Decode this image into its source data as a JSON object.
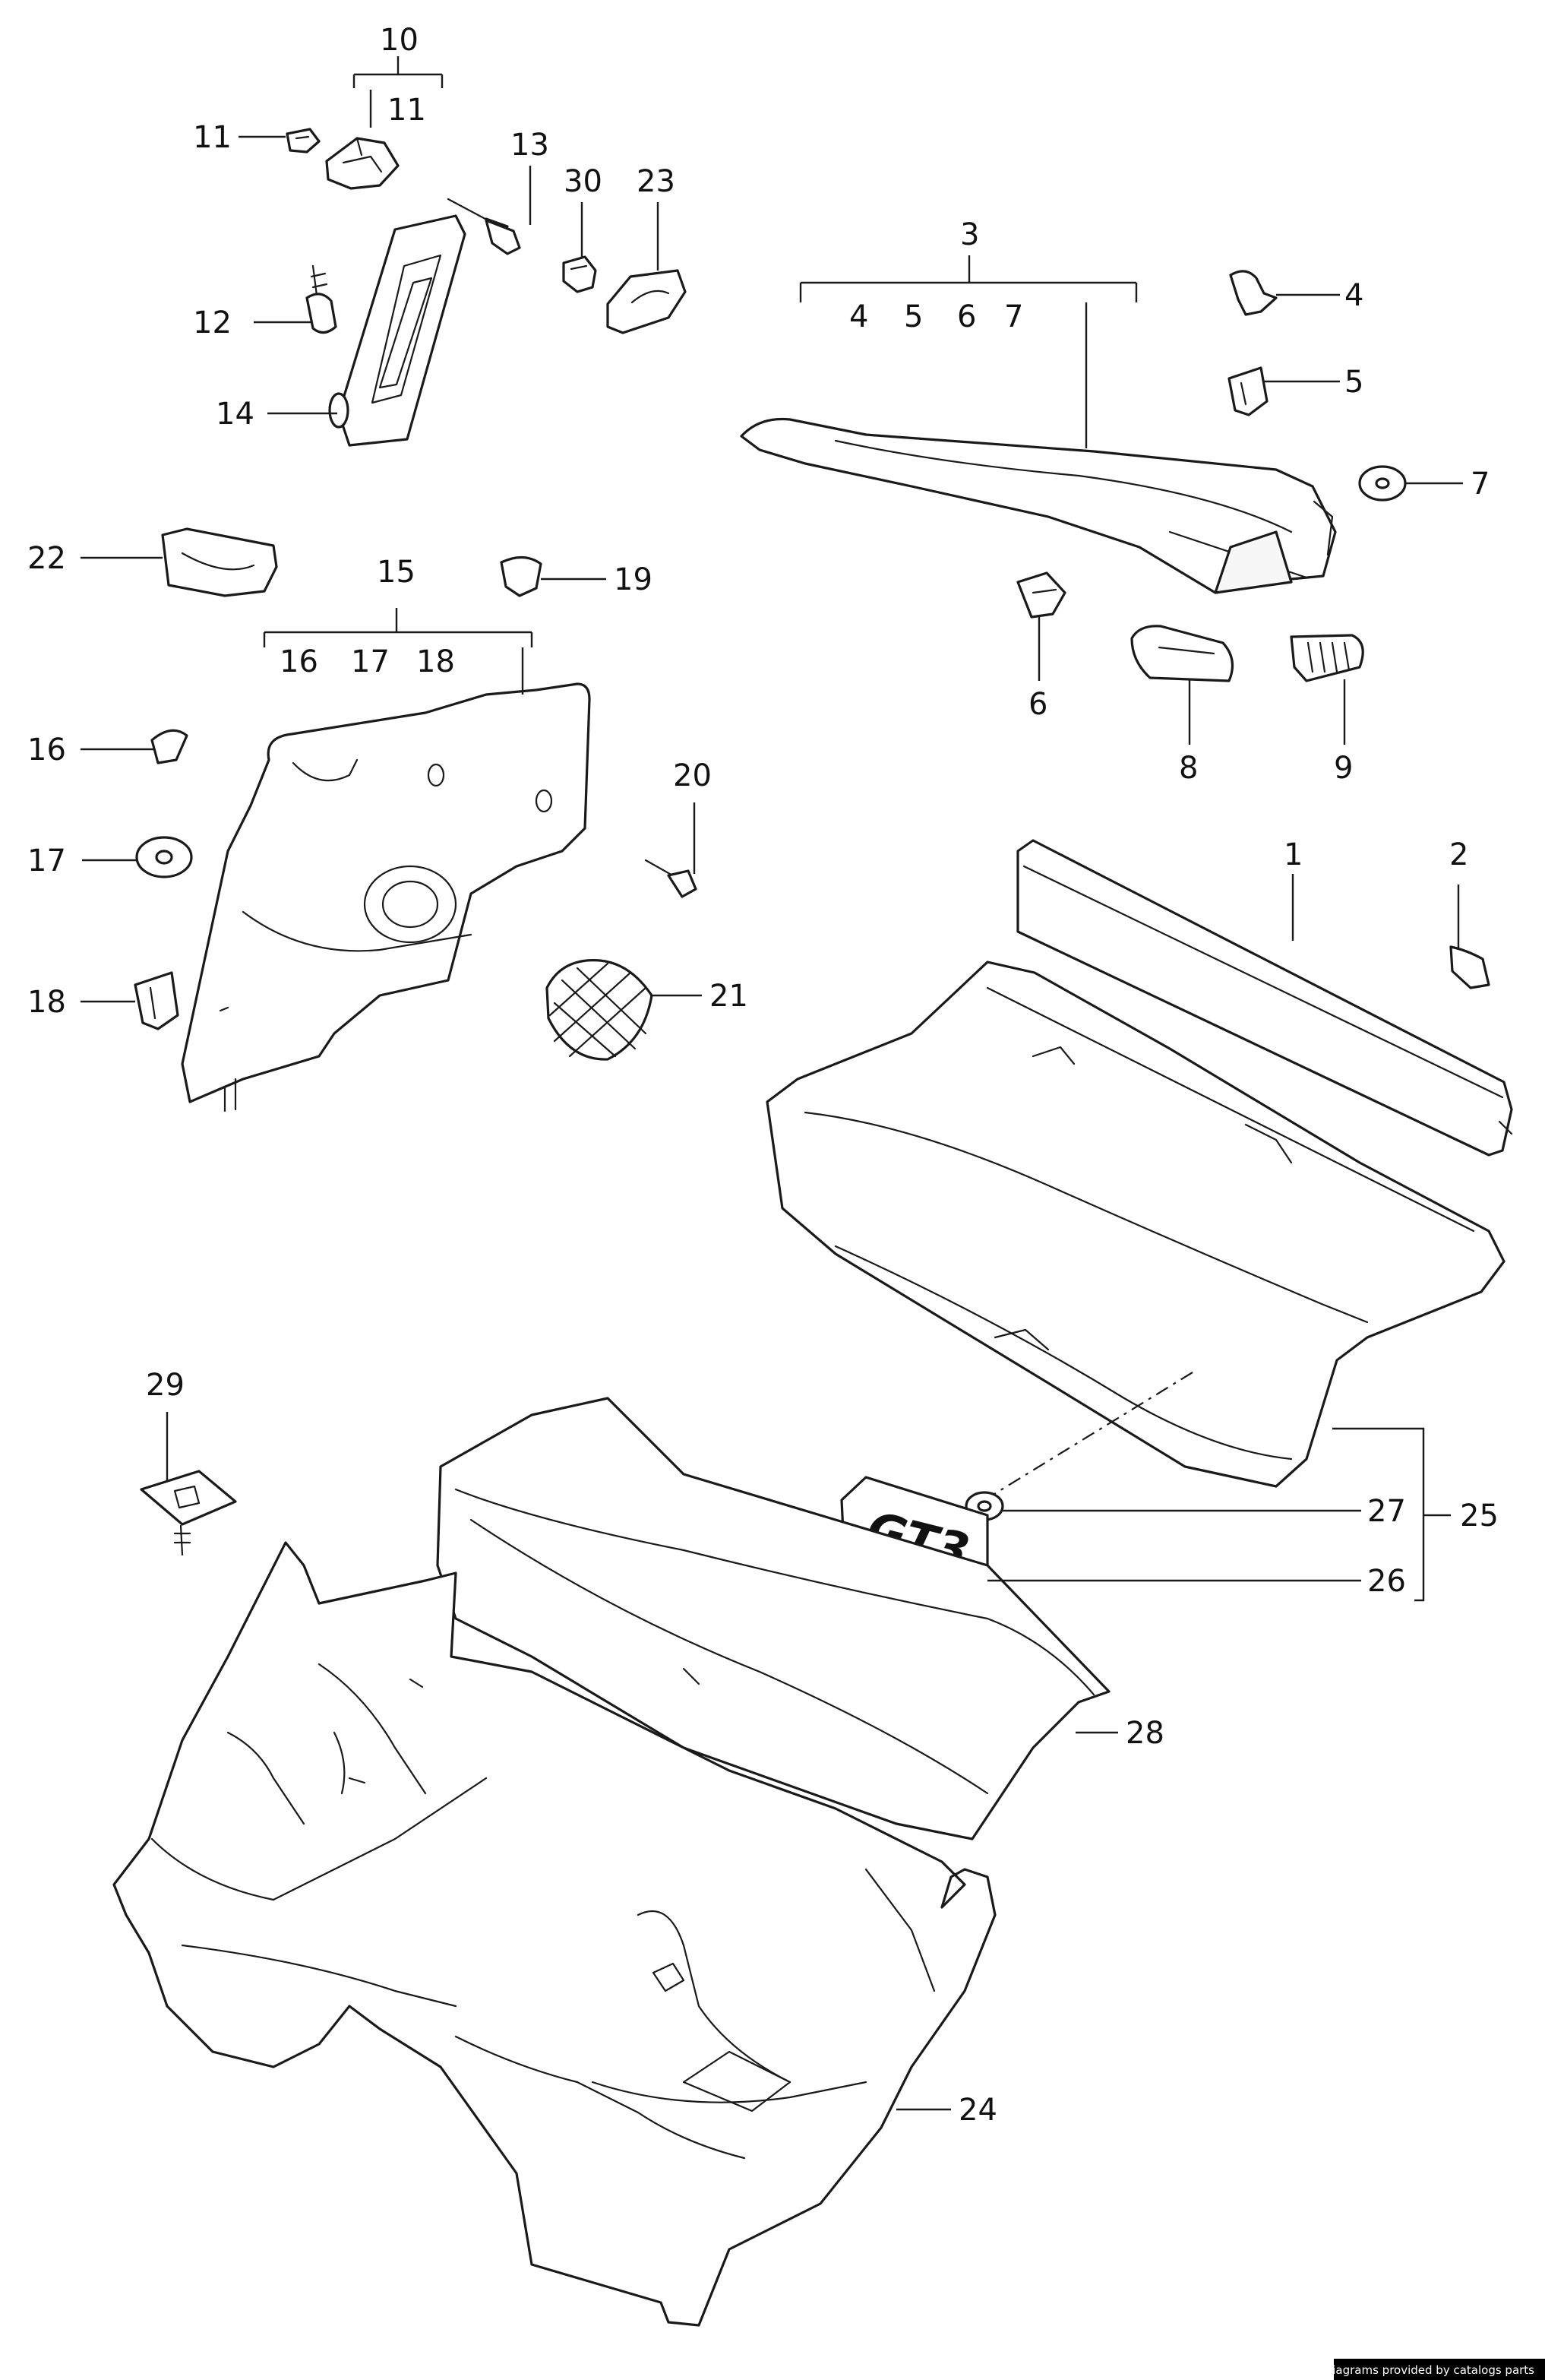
{
  "labels": {
    "l1": "1",
    "l2": "2",
    "l3": "3",
    "l4": "4",
    "l5": "5",
    "l6": "6",
    "l7": "7",
    "l8": "8",
    "l9": "9",
    "l10": "10",
    "l11": "11",
    "l11b": "11",
    "l12": "12",
    "l13": "13",
    "l14": "14",
    "l15": "15",
    "l16": "16",
    "l17": "17",
    "l18": "18",
    "l19": "19",
    "l20": "20",
    "l21": "21",
    "l22": "22",
    "l23": "23",
    "l24": "24",
    "l25": "25",
    "l26": "26",
    "l27": "27",
    "l28": "28",
    "l29": "29",
    "l30": "30"
  },
  "groups": {
    "g3": {
      "p1": "4",
      "p2": "5",
      "p3": "6",
      "p4": "7"
    },
    "g15": {
      "p1": "16",
      "p2": "17",
      "p3": "18"
    }
  },
  "badge": "GT3",
  "credit": "Diagrams provided by catalogs parts"
}
